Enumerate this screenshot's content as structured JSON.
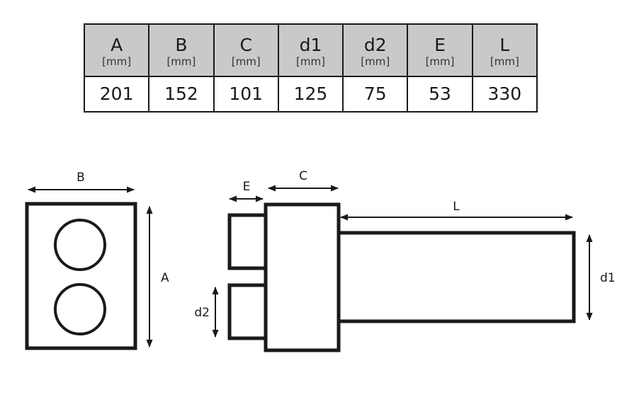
{
  "table": {
    "columns": [
      {
        "symbol": "A",
        "unit": "[mm]",
        "value": "201"
      },
      {
        "symbol": "B",
        "unit": "[mm]",
        "value": "152"
      },
      {
        "symbol": "C",
        "unit": "[mm]",
        "value": "101"
      },
      {
        "symbol": "d1",
        "unit": "[mm]",
        "value": "125"
      },
      {
        "symbol": "d2",
        "unit": "[mm]",
        "value": "75"
      },
      {
        "symbol": "E",
        "unit": "[mm]",
        "value": "53"
      },
      {
        "symbol": "L",
        "unit": "[mm]",
        "value": "330"
      }
    ],
    "header_bg": "#c9c9c9",
    "border_color": "#1a1a1a",
    "cell_bg": "#ffffff"
  },
  "drawings": {
    "line_color": "#1a1a1a",
    "front_view": {
      "name": "front-view",
      "dimension_labels": {
        "width": "B",
        "height": "A"
      }
    },
    "side_view": {
      "name": "side-view",
      "dimension_labels": {
        "flange_depth": "E",
        "body_depth": "C",
        "duct_length": "L",
        "duct_diameter": "d1",
        "branch_diameter": "d2"
      }
    }
  }
}
